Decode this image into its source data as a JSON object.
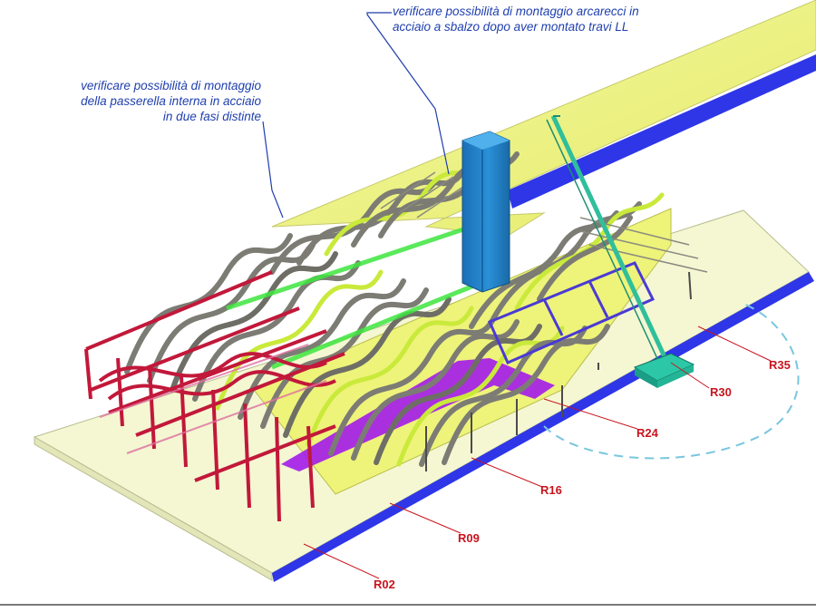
{
  "notes": {
    "top": {
      "line1": "verificare possibilità di montaggio arcarecci in",
      "line2": "acciaio a sbalzo dopo aver montato travi LL"
    },
    "left": {
      "line1": "verificare possibilità di montaggio",
      "line2": "della passerella interna in acciaio",
      "line3": "in due fasi distinte"
    }
  },
  "axis_labels": {
    "r02": "R02",
    "r09": "R09",
    "r16": "R16",
    "r24": "R24",
    "r30": "R30",
    "r35": "R35"
  },
  "colors": {
    "annotation": "#1f3fae",
    "axis_label": "#c8141e",
    "slab": "#f2f5c8",
    "deck": "#eef37a",
    "edge_beam": "#2f35e6",
    "rib": "#7c7c74",
    "rib_highlight": "#c9ea3a",
    "frame_red": "#c2183a",
    "walkway": "#a21bea",
    "tower": "#2a8fd6",
    "crane": "#32c4a0"
  },
  "icons": {
    "crane": "mobile-crane-icon",
    "tower": "elevator-tower-icon"
  }
}
